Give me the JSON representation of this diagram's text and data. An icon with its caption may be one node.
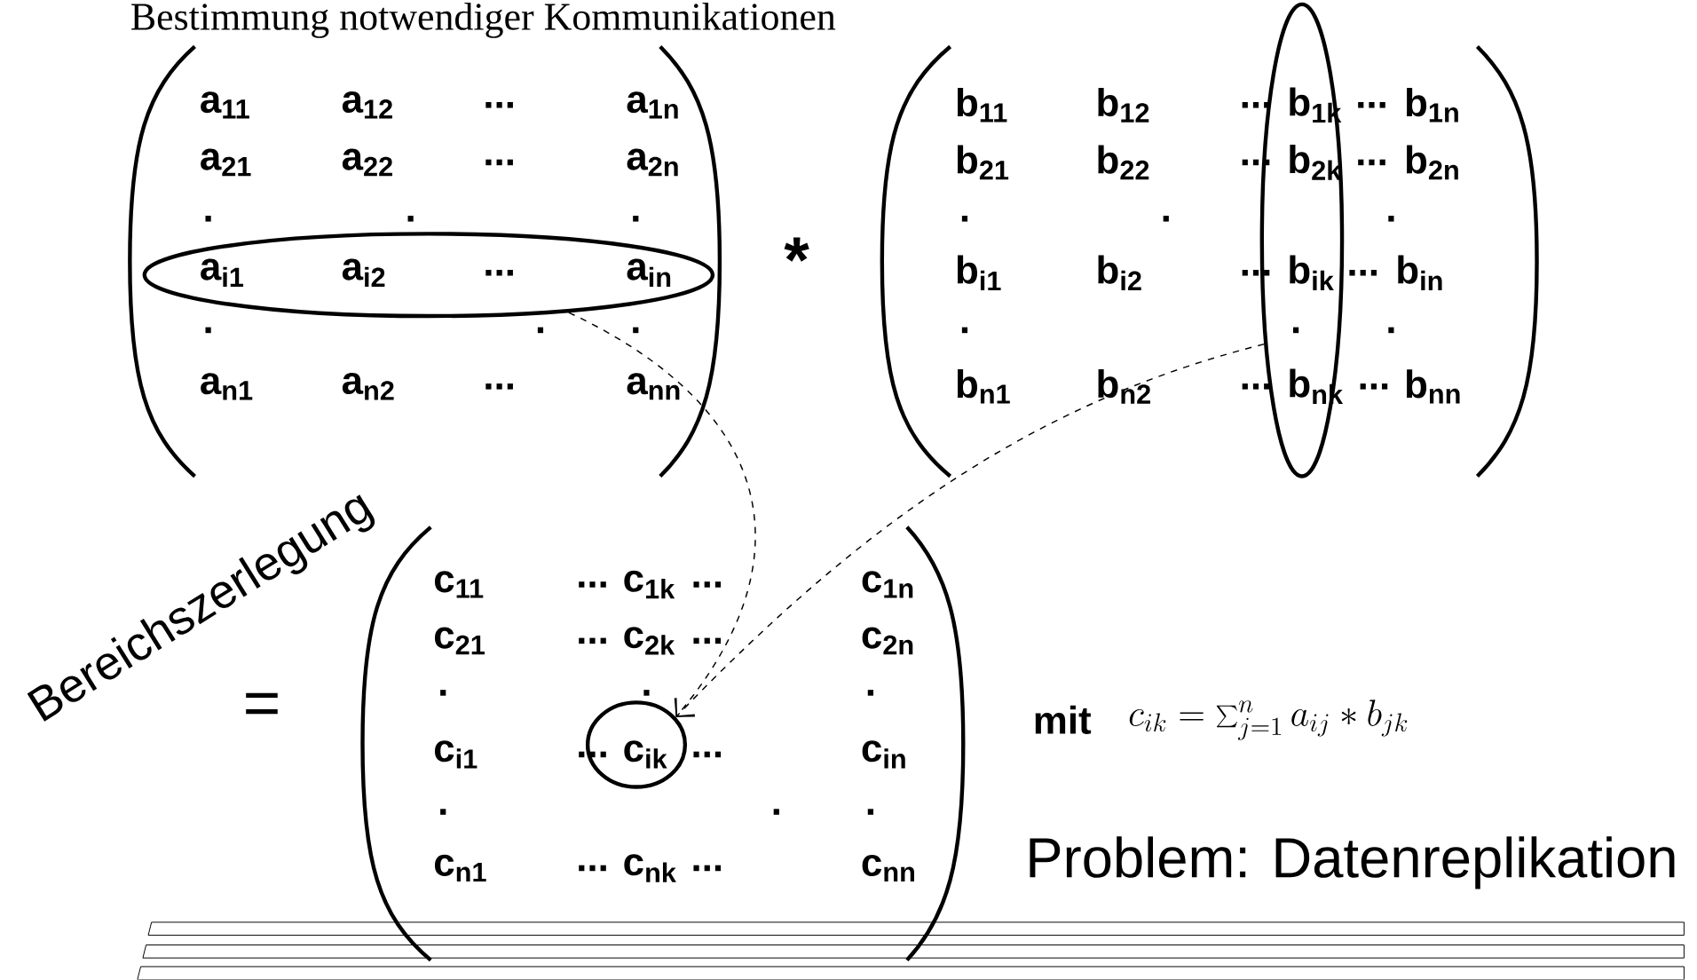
{
  "diagram": {
    "title": "Bestimmung notwendiger Kommunikationen",
    "nodes": [
      {
        "text": [
          "a$_{i1}$",
          "a$_{i2}$",
          "...",
          "a$_{in}$"
        ]
      },
      {
        "text": [
          "b$_{1k}$",
          "b$_{2k}$",
          "b$_{ik}$",
          ".",
          "b$_{nk}$"
        ]
      },
      {
        "text": [
          "c$_{ik}$"
        ]
      }
    ],
    "edges": [
      {
        "from": 0,
        "to": 2,
        "arrow": "to",
        "style": "dashed"
      },
      {
        "from": 1,
        "to": 2,
        "arrow": "to",
        "style": "dashed"
      }
    ],
    "labels": [
      "a$_{11}$",
      "a$_{12}$",
      "...",
      "a$_{1n}$",
      "a$_{21}$",
      "a$_{22}$",
      "...",
      "a$_{2n}$",
      ".",
      ".",
      ".",
      ".",
      ".",
      ".",
      "a$_{n1}$",
      "a$_{n2}$",
      "...",
      "a$_{nn}$",
      "*",
      "b$_{11}$",
      "b$_{12}$",
      "...",
      "...",
      "b$_{1n}$",
      "b$_{21}$",
      "b$_{22}$",
      "...",
      "...",
      "b$_{2n}$",
      ".",
      ".",
      ".",
      "b$_{i1}$",
      "b$_{i2}$",
      "...",
      "...",
      "b$_{in}$",
      ".",
      ".",
      "b$_{n1}$",
      "b$_{n2}$",
      "...",
      "...",
      "b$_{nn}$",
      "Bereichszerlegung",
      "=",
      "c$_{11}$",
      "...",
      "c$_{1k}$",
      "...",
      "c$_{1n}$",
      "c$_{21}$",
      "...",
      "c$_{2k}$",
      "...",
      "c$_{2n}$",
      ".",
      ".",
      ".",
      "c$_{i1}$",
      "...",
      "...",
      "c$_{in}$",
      ".",
      ".",
      ".",
      "c$_{n1}$",
      "...",
      "c$_{nk}$",
      "...",
      "c$_{nn}$",
      "mit",
      "c_{ik} = \\sum_{j=1}^{n} a_{ij} * b_{jk}",
      "Problem: Datenreplikation"
    ]
  }
}
